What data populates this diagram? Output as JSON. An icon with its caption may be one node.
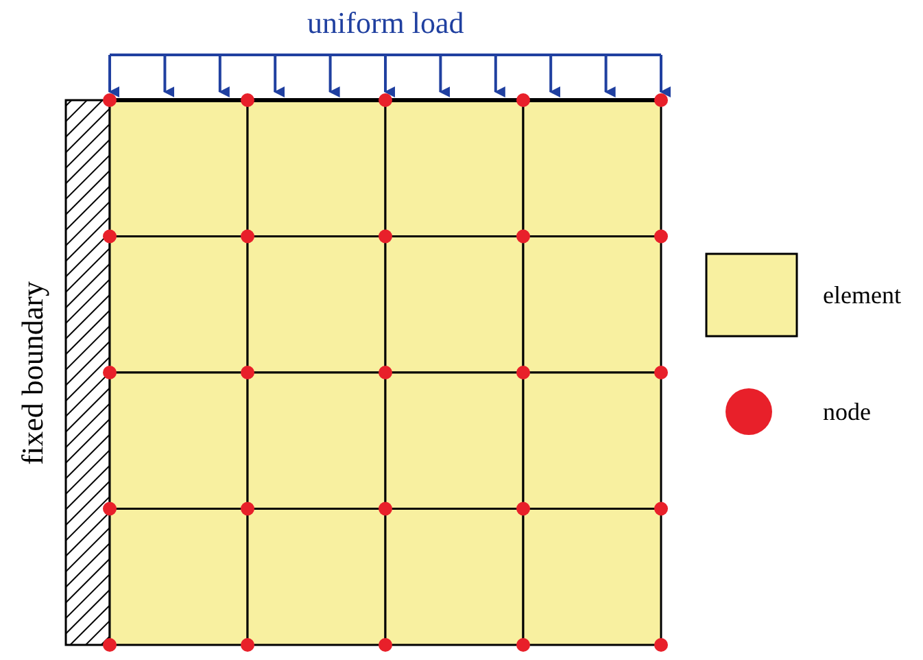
{
  "diagram": {
    "labels": [
      "uniform load",
      "fixed boundary"
    ],
    "legend": [
      {
        "text": "element",
        "color": "#f8f0a0"
      },
      {
        "text": "node",
        "color": "#e8202a"
      }
    ]
  }
}
